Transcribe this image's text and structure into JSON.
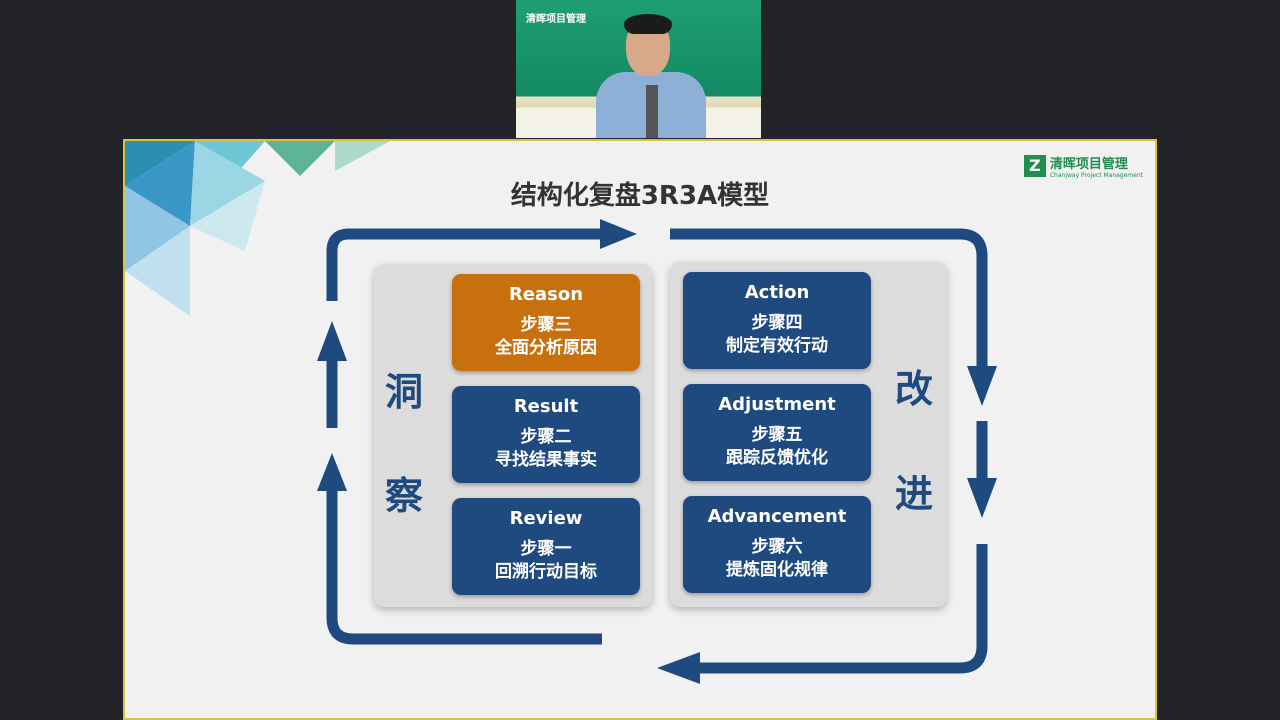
{
  "camera": {
    "logo_text": "清晖项目管理"
  },
  "slide": {
    "title": "结构化复盘3R3A模型",
    "logo": {
      "name": "清晖项目管理",
      "sub": "Chanjway Project Management"
    },
    "left_label": [
      "洞",
      "察"
    ],
    "right_label": [
      "改",
      "进"
    ],
    "left_boxes": [
      {
        "en": "Reason",
        "step": "步骤三",
        "desc": "全面分析原因",
        "highlight": true
      },
      {
        "en": "Result",
        "step": "步骤二",
        "desc": "寻找结果事实"
      },
      {
        "en": "Review",
        "step": "步骤一",
        "desc": "回溯行动目标"
      }
    ],
    "right_boxes": [
      {
        "en": "Action",
        "step": "步骤四",
        "desc": "制定有效行动"
      },
      {
        "en": "Adjustment",
        "step": "步骤五",
        "desc": "跟踪反馈优化"
      },
      {
        "en": "Advancement",
        "step": "步骤六",
        "desc": "提炼固化规律"
      }
    ],
    "colors": {
      "navy": "#1f4a80",
      "orange": "#c8700e",
      "border": "#d8c24a"
    }
  }
}
